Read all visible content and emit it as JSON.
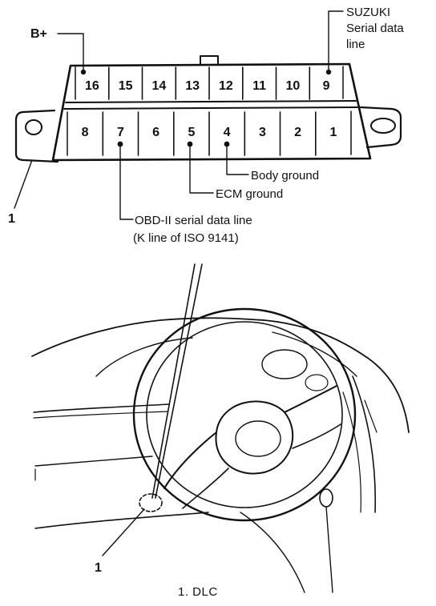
{
  "connector": {
    "top_row": [
      "16",
      "15",
      "14",
      "13",
      "12",
      "11",
      "10",
      "9"
    ],
    "bottom_row": [
      "8",
      "7",
      "6",
      "5",
      "4",
      "3",
      "2",
      "1"
    ]
  },
  "labels": {
    "b_plus": "B+",
    "suzuki_line1": "SUZUKI",
    "suzuki_line2": "Serial data",
    "suzuki_line3": "line",
    "body_ground": "Body ground",
    "ecm_ground": "ECM ground",
    "obd_line1": "OBD-II serial data line",
    "obd_line2": "(K line of ISO 9141)",
    "ref_top": "1",
    "ref_bottom": "1"
  },
  "caption": "1.  DLC"
}
